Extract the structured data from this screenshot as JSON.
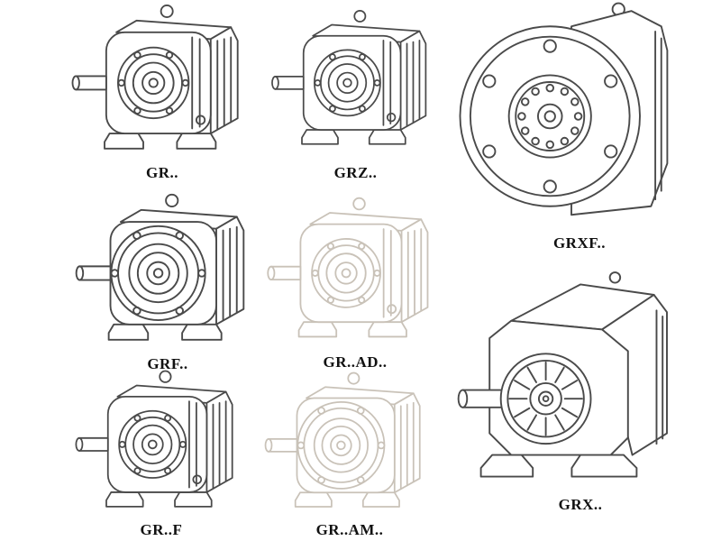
{
  "page": {
    "background": "#ffffff",
    "line_color": "#4a4a4a",
    "ghost_line_color": "#c9c2b8",
    "label_color": "#111111"
  },
  "figures": [
    {
      "label": "GR..",
      "variant": "foot-mounted helical gear unit",
      "style": "solid"
    },
    {
      "label": "GRZ..",
      "variant": "foot-mounted helical gear unit",
      "style": "solid"
    },
    {
      "label": "GRXF..",
      "variant": "flange-mounted gear unit, front view",
      "style": "solid"
    },
    {
      "label": "GRF..",
      "variant": "flange helical gear unit",
      "style": "solid"
    },
    {
      "label": "GR..AD..",
      "variant": "helical gear unit with input adapter",
      "style": "ghost"
    },
    {
      "label": "GRX..",
      "variant": "foot-mounted gear unit, large housing",
      "style": "solid"
    },
    {
      "label": "GR..F",
      "variant": "foot/flange helical gear unit",
      "style": "solid"
    },
    {
      "label": "GR..AM..",
      "variant": "helical gear unit with motor adapter",
      "style": "ghost"
    }
  ]
}
